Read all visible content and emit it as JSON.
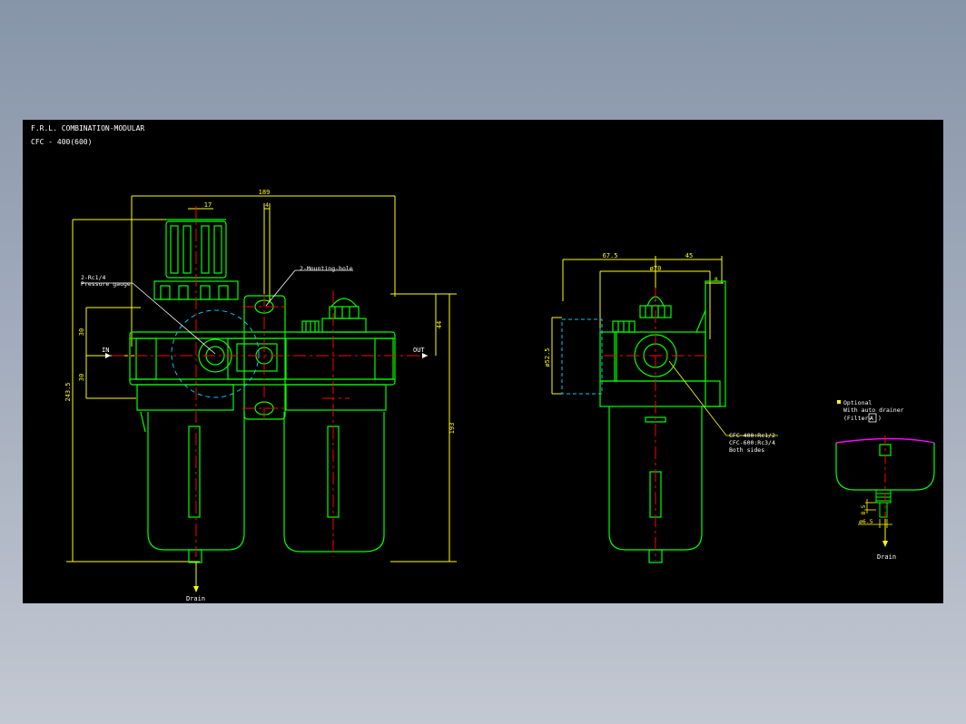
{
  "title_block": {
    "line1": "F.R.L. COMBINATION-MODULAR",
    "line2": "CFC - 400(600)"
  },
  "labels": {
    "in": "IN",
    "out": "OUT",
    "drain_left": "Drain",
    "drain_right": "Drain",
    "gauge_line1": "2-Rc1/4",
    "gauge_line2": "Pressure gauge",
    "mounting_hole": "2-Mounting-hole",
    "port_line1": "CFC-400:Rc1/2",
    "port_line2": "CFC-600:Rc3/4",
    "port_line3": "Both sides",
    "optional_line1": "Optional",
    "optional_line2": "With auto drainer",
    "optional_line3a": "(Filter-",
    "optional_box": "A",
    "optional_line3b": ")"
  },
  "dimensions": {
    "overall_width": "189",
    "knob_offset": "17",
    "mount_offset": "4",
    "height_upper": "30",
    "height_lower": "30",
    "total_height": "243.5",
    "right_height": "44",
    "body_height": "193",
    "side_left": "67.5",
    "side_right": "45",
    "side_dia": "ø70",
    "bracket": "8",
    "gauge_dia": "ø52.5",
    "drain_dia": "ø6.5",
    "drain_len": "8.5"
  },
  "colors": {
    "background_outer": "#8f9bad",
    "canvas": "#000000",
    "outline": "#00ff00",
    "centerline": "#ff0000",
    "dimension": "#ffff00",
    "hidden": "#00c8ff",
    "optional_cap": "#ff00ff"
  }
}
